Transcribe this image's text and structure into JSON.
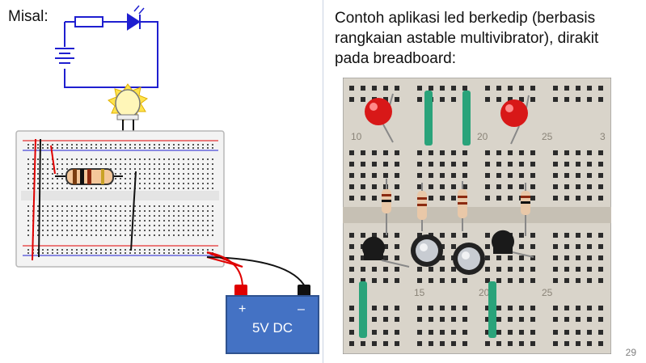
{
  "slide": {
    "left_label": "Misal:",
    "right_text_lines": [
      "Contoh aplikasi led berkedip (berbasis",
      "rangkaian astable multivibrator), dirakit",
      "pada breadboard:"
    ],
    "page_number": "29"
  },
  "battery": {
    "label": "5V DC",
    "plus_symbol": "+",
    "minus_symbol": "–",
    "color": "#4472c4"
  },
  "photo": {
    "breadboard_numbers": [
      "10",
      "20",
      "25",
      "3",
      "15",
      "20",
      "25"
    ]
  },
  "colors": {
    "schematic_wire": "#1f1fd0",
    "red_wire": "#e00000",
    "led_glow": "#ffe34d"
  }
}
